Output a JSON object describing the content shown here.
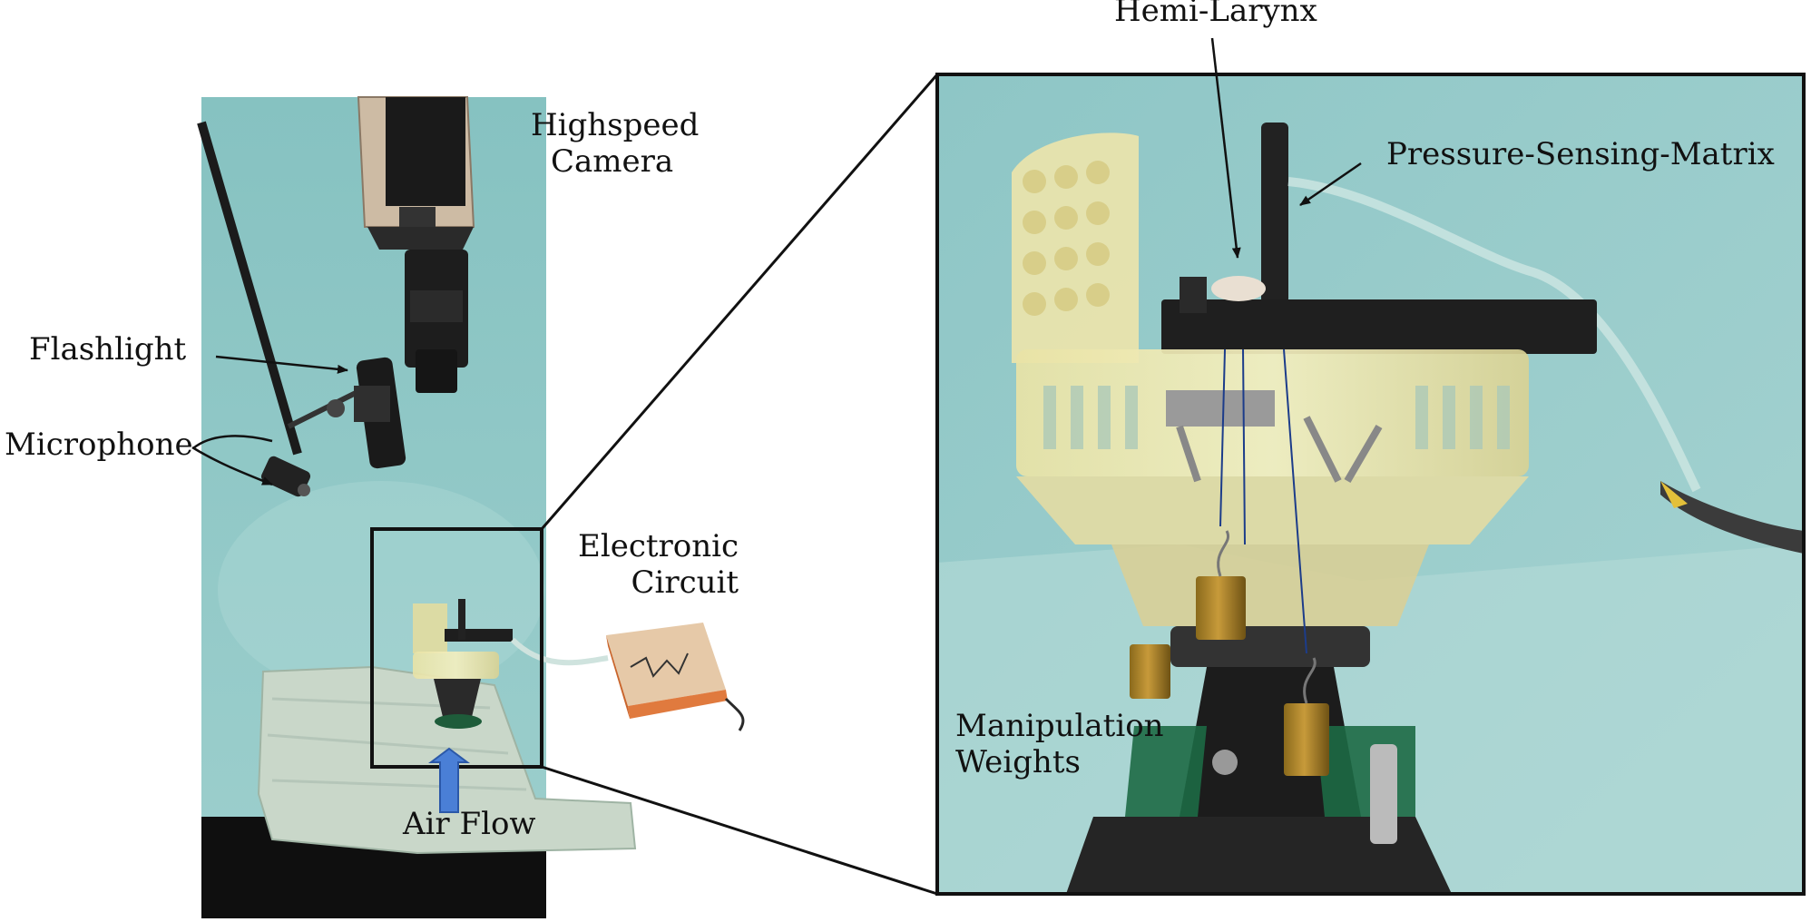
{
  "labels": {
    "hemi_larynx": "Hemi-Larynx",
    "highspeed_camera_line1": "Highspeed",
    "highspeed_camera_line2": "Camera",
    "pressure_sensing_matrix": "Pressure-Sensing-Matrix",
    "flashlight": "Flashlight",
    "microphone": "Microphone",
    "electronic_circuit_line1": "Electronic",
    "electronic_circuit_line2": "Circuit",
    "manipulation_weights_line1": "Manipulation",
    "manipulation_weights_line2": "Weights",
    "air_flow": "Air Flow"
  },
  "colors": {
    "background_teal": "#8fc6c5",
    "dark_floor": "#0f0f0f",
    "air_flow_arrow": "#4a7fd6",
    "circuit_box": "#e07a3e",
    "frame_line": "#111111"
  },
  "icons": {
    "air_flow_arrow": "up-arrow-icon"
  }
}
